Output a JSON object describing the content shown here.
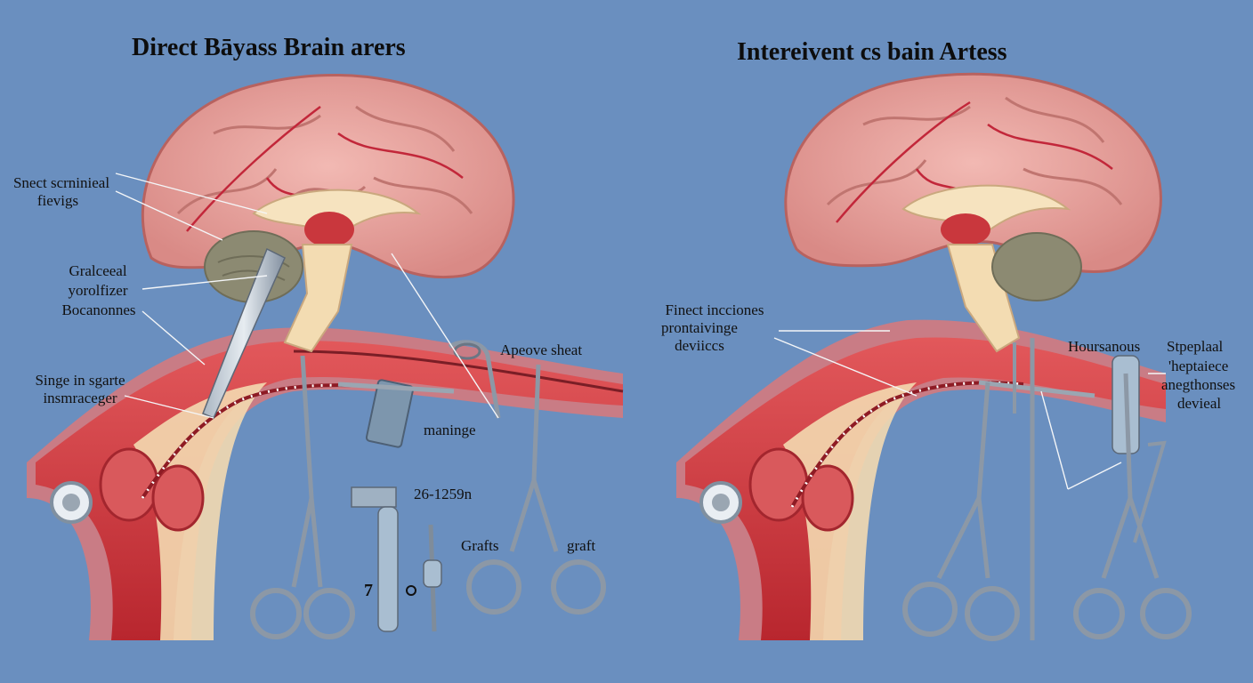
{
  "left_panel": {
    "title": "Direct Bāyass Brain arers",
    "labels": {
      "l1": "Snect scrninieal",
      "l2": "fievigs",
      "l3": "Gralceeal",
      "l4": "yorolfizer",
      "l5": "Bocanonnes",
      "l6": "Singe in sgarte",
      "l7": "insmraceger",
      "l8": "Apeove sheat",
      "l9": "maninge",
      "l10": "26-1259n",
      "l11": "Grafts",
      "l12": "graft",
      "l13": "7"
    }
  },
  "right_panel": {
    "title": "Intereivent cs bain Artess",
    "labels": {
      "r1": "Finect incciones",
      "r2": "prontaivinge",
      "r3": "deviiccs",
      "r4": "Hoursanous",
      "r5": "Stpeplaal",
      "r6": "'heptaiece",
      "r7": "anegthonses",
      "r8": "devieal"
    }
  },
  "colors": {
    "background": "#6a8fbf",
    "brain": "#e9a5a0",
    "artery": "#c9373d",
    "cerebellum": "#8c8a72",
    "instrument": "#8c98a6",
    "stitch": "#ffffff"
  }
}
